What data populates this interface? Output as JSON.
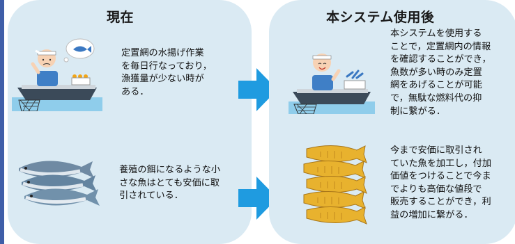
{
  "left_panel": {
    "title": "現在",
    "text1": "定置網の水揚げ作業\nを毎日行なっており，\n漁獲量が少ない時が\nある．",
    "text2": "養殖の餌になるような小\nさな魚はとても安価に取\n引されている．"
  },
  "right_panel": {
    "title": "本システム使用後",
    "text1": "本システムを使用する\nことで，定置網内の情報\nを確認することができ，\n魚数が多い時のみ定置\n網をあげることが可能\nで，無駄な燃料代の抑\n制に繋がる．",
    "text2": "今まで安価に取引され\nていた魚を加工し，付加\n価値をつけることで今ま\nでよりも高価な値段で\n販売することができ，利\n益の増加に繋がる．"
  },
  "icons": {
    "fisherman_worried": "fisherman-boat-worried-icon",
    "fisherman_happy": "fisherman-boat-happy-icon",
    "fresh_fish": "mackerel-school-icon",
    "dried_fish": "dried-fish-stack-icon",
    "arrow": "right-arrow-icon"
  },
  "colors": {
    "panel_bg": "#daeaf3",
    "arrow": "#1f9be0",
    "left_bar": "#3f5ea8"
  }
}
